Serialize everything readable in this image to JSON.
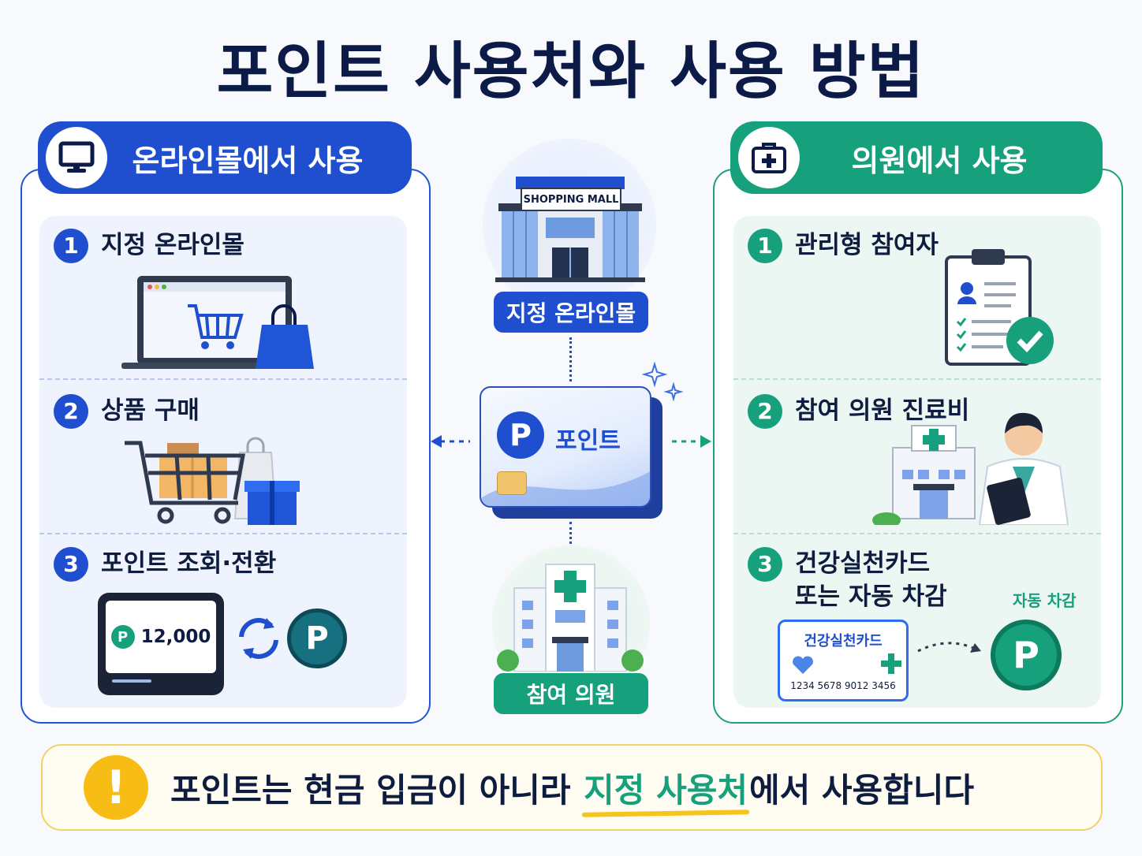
{
  "title": "포인트 사용처와 사용 방법",
  "left_panel": {
    "tab_label": "온라인몰에서 사용",
    "tab_icon": "monitor-icon",
    "steps": [
      {
        "num": "1",
        "label": "지정 온라인몰"
      },
      {
        "num": "2",
        "label": "상품 구매"
      },
      {
        "num": "3",
        "label": "포인트 조회·전환"
      }
    ],
    "balance": "12,000",
    "coin_letter": "P"
  },
  "center": {
    "mall_sign": "SHOPPING MALL",
    "mall_label": "지정 온라인몰",
    "card_letter": "P",
    "card_label": "포인트",
    "clinic_label": "참여 의원"
  },
  "right_panel": {
    "tab_label": "의원에서 사용",
    "tab_icon": "medical-kit-icon",
    "steps": [
      {
        "num": "1",
        "label": "관리형 참여자"
      },
      {
        "num": "2",
        "label": "참여 의원 진료비"
      },
      {
        "num": "3",
        "label": "건강실천카드",
        "label2": "또는 자동 차감"
      }
    ],
    "card_title": "건강실천카드",
    "card_number": "1234 5678 9012 3456",
    "auto_label": "자동 차감",
    "coin_letter": "P"
  },
  "notice": {
    "before": "포인트는 현금 입금이 아니라 ",
    "highlight": "지정 사용처",
    "after": "에서 사용합니다",
    "icon_text": "!"
  },
  "colors": {
    "blue": "#1f4fcf",
    "green": "#16a07b",
    "yellow": "#f7bd15",
    "navy": "#0b1a47"
  }
}
